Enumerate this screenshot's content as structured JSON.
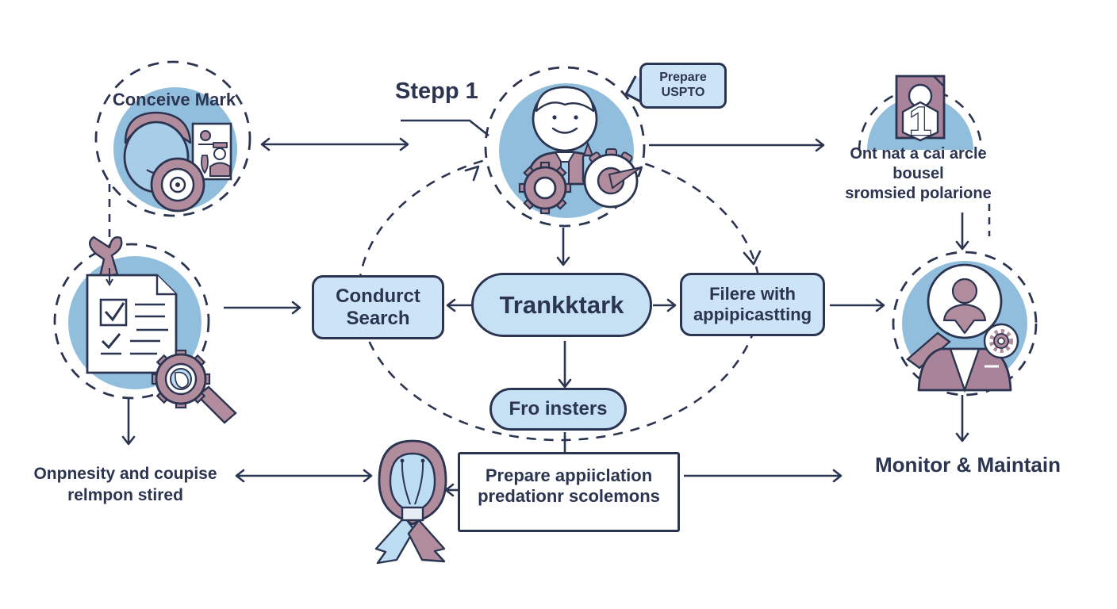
{
  "title": "Trademark registration flow diagram",
  "colors": {
    "ink": "#2b3450",
    "box_fill": "#cde3f6",
    "pill_fill": "#c6e0f4",
    "circle_blue": "#92bedd",
    "light_blue": "#b9d9ef",
    "mauve": "#b08c9d",
    "mauve_dark": "#a98399",
    "background": "#ffffff"
  },
  "nodes": {
    "conceive": {
      "label": "Conceive Mark"
    },
    "step1": {
      "label": "Stepp 1"
    },
    "bubble": {
      "line1": "Prepare",
      "line2": "USPTO"
    },
    "uspto_card": {
      "numeral": "1"
    },
    "note_top_right": {
      "line1": "Ont nat a cai arcle",
      "line2": "bousel",
      "line3": "sromsied polarione"
    },
    "conduct_search": {
      "line1": "Condurct",
      "line2": "Search"
    },
    "trademark": {
      "label": "Trankktark"
    },
    "file_application": {
      "line1": "Filere with",
      "line2": "appipicastting"
    },
    "fro_insters": {
      "label": "Fro insters"
    },
    "prepare_application": {
      "line1": "Prepare appiiclation",
      "line2": "predationr scolemons"
    },
    "note_bottom_left": {
      "line1": "Onpnesity and coupise",
      "line2": "relmpon stired"
    },
    "monitor": {
      "label": "Monitor & Maintain"
    }
  },
  "icons": {
    "conceive-mark-icon": "person-head-with-idea-card-and-lens",
    "step1-person-icon": "smiling-person-with-gear-and-clock",
    "uspto-card-icon": "number-one-card-on-blue-semicircle",
    "checklist-document-icon": "document-with-checkboxes-and-gear-magnifier",
    "examiner-icon": "person-with-magnifier-and-gear-badge",
    "ribbon-icon": "awareness-ribbon"
  }
}
